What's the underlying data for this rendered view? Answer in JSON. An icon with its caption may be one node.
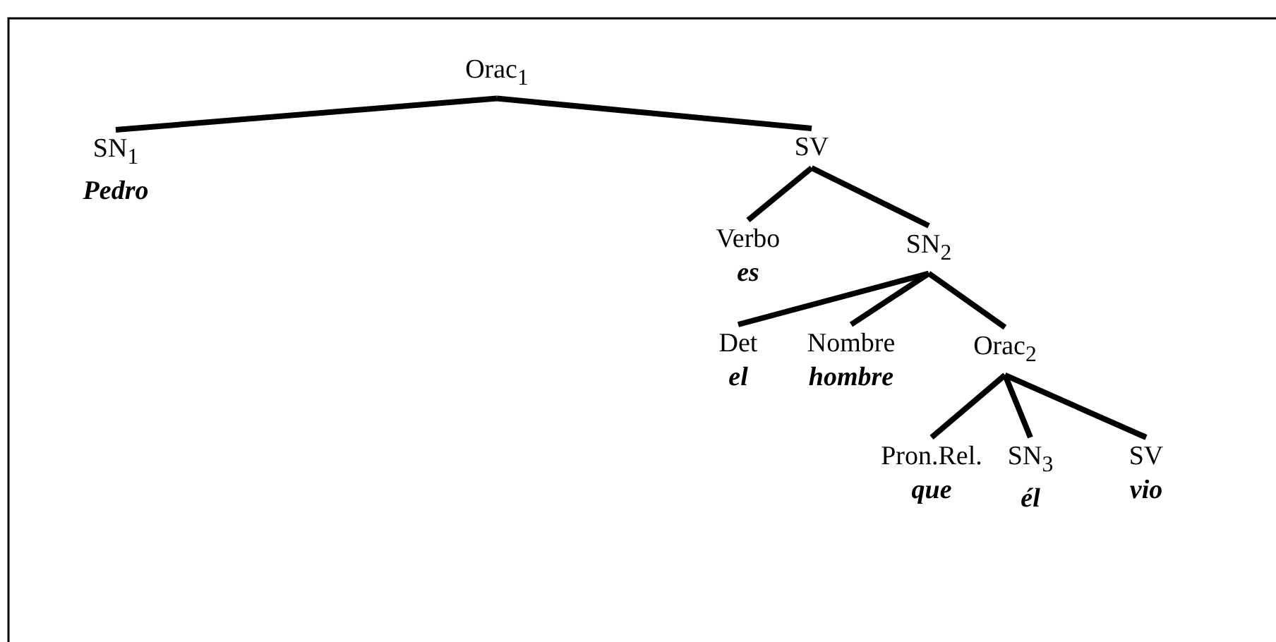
{
  "diagram": {
    "nodes": [
      {
        "text": [
          "Orac$_{1}$"
        ]
      },
      {
        "text": [
          "SN$_{1}$",
          "Pedro"
        ]
      },
      {
        "text": [
          "SV"
        ]
      },
      {
        "text": [
          "Verbo",
          "es"
        ]
      },
      {
        "text": [
          "SN$_{2}$"
        ]
      },
      {
        "text": [
          "Det",
          "el"
        ]
      },
      {
        "text": [
          "Nombre",
          "hombre"
        ]
      },
      {
        "text": [
          "Orac$_{2}$"
        ]
      },
      {
        "text": [
          "Pron.Rel.",
          "que"
        ]
      },
      {
        "text": [
          "SN$_{3}$",
          "él"
        ]
      },
      {
        "text": [
          "SV",
          "vio"
        ]
      }
    ],
    "edges": [
      {
        "from": 0,
        "to": 1,
        "arrow": "none"
      },
      {
        "from": 0,
        "to": 2,
        "arrow": "none"
      },
      {
        "from": 2,
        "to": 3,
        "arrow": "none"
      },
      {
        "from": 2,
        "to": 4,
        "arrow": "none"
      },
      {
        "from": 4,
        "to": 5,
        "arrow": "none"
      },
      {
        "from": 4,
        "to": 6,
        "arrow": "none"
      },
      {
        "from": 4,
        "to": 7,
        "arrow": "none"
      },
      {
        "from": 7,
        "to": 8,
        "arrow": "none"
      },
      {
        "from": 7,
        "to": 9,
        "arrow": "none"
      },
      {
        "from": 7,
        "to": 10,
        "arrow": "none"
      }
    ]
  }
}
